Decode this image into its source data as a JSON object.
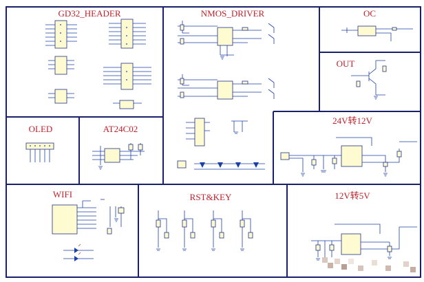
{
  "blocks": {
    "gd32_header": "GD32_HEADER",
    "nmos_driver": "NMOS_DRIVER",
    "oc": "OC",
    "out": "OUT",
    "oled": "OLED",
    "at24c02": "AT24C02",
    "v24_12": "24V转12V",
    "wifi": "WIFI",
    "rst_key": "RST&KEY",
    "v12_5": "12V转5V"
  },
  "colors": {
    "title": "#c0212b",
    "border": "#1a1f6b",
    "wire": "#1b3fa8",
    "component_fill": "#fffbd0"
  }
}
